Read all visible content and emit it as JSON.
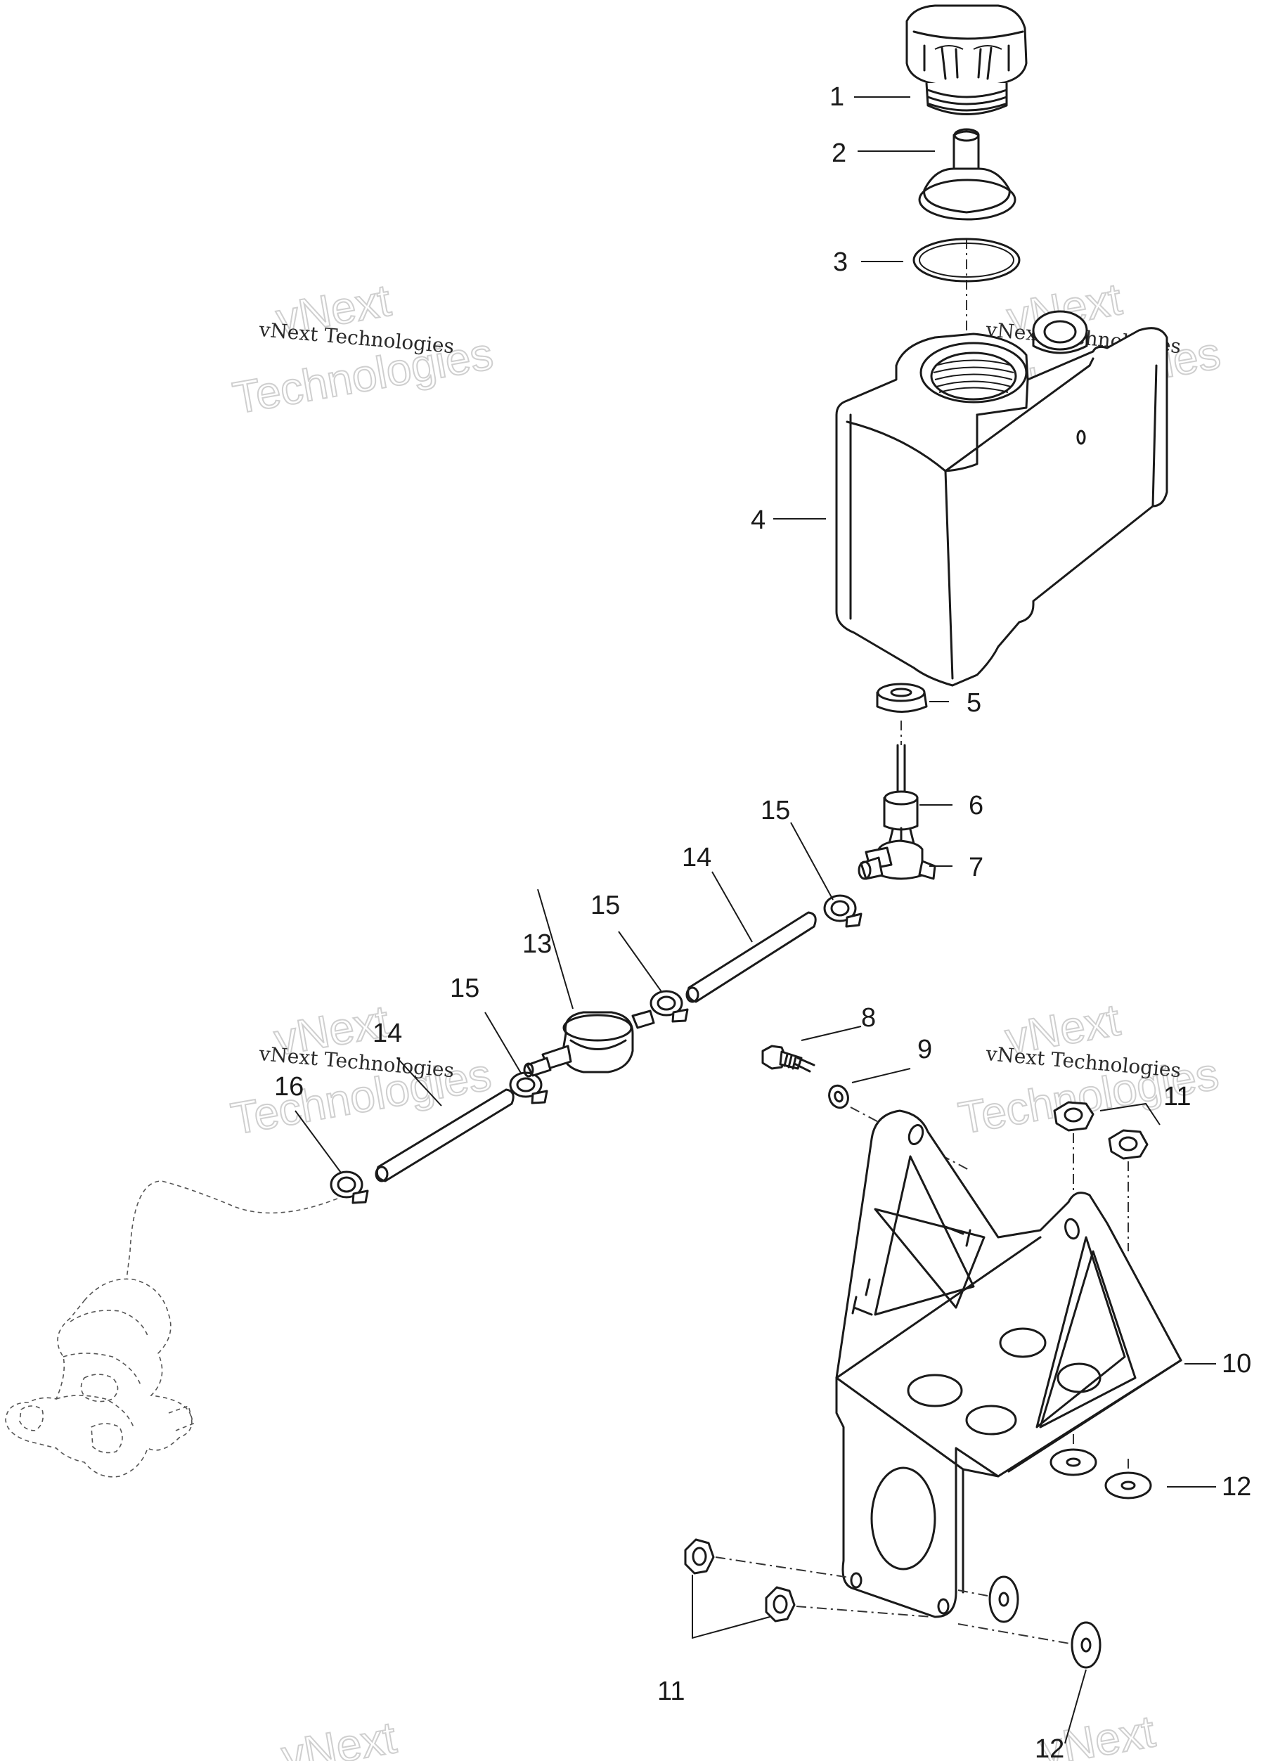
{
  "callouts": [
    {
      "id": "c1",
      "text": "1"
    },
    {
      "id": "c2",
      "text": "2"
    },
    {
      "id": "c3",
      "text": "3"
    },
    {
      "id": "c4",
      "text": "4"
    },
    {
      "id": "c5",
      "text": "5"
    },
    {
      "id": "c6",
      "text": "6"
    },
    {
      "id": "c7",
      "text": "7"
    },
    {
      "id": "c8",
      "text": "8"
    },
    {
      "id": "c9",
      "text": "9"
    },
    {
      "id": "c10",
      "text": "10"
    },
    {
      "id": "c11a",
      "text": "11"
    },
    {
      "id": "c11b",
      "text": "11"
    },
    {
      "id": "c12a",
      "text": "12"
    },
    {
      "id": "c12b",
      "text": "12"
    },
    {
      "id": "c13",
      "text": "13"
    },
    {
      "id": "c14a",
      "text": "14"
    },
    {
      "id": "c14b",
      "text": "14"
    },
    {
      "id": "c15a",
      "text": "15"
    },
    {
      "id": "c15b",
      "text": "15"
    },
    {
      "id": "c15c",
      "text": "15"
    },
    {
      "id": "c16",
      "text": "16"
    }
  ],
  "watermark": {
    "line1": "vNext",
    "line2": "Technologies",
    "small": "vNext Technologies"
  }
}
